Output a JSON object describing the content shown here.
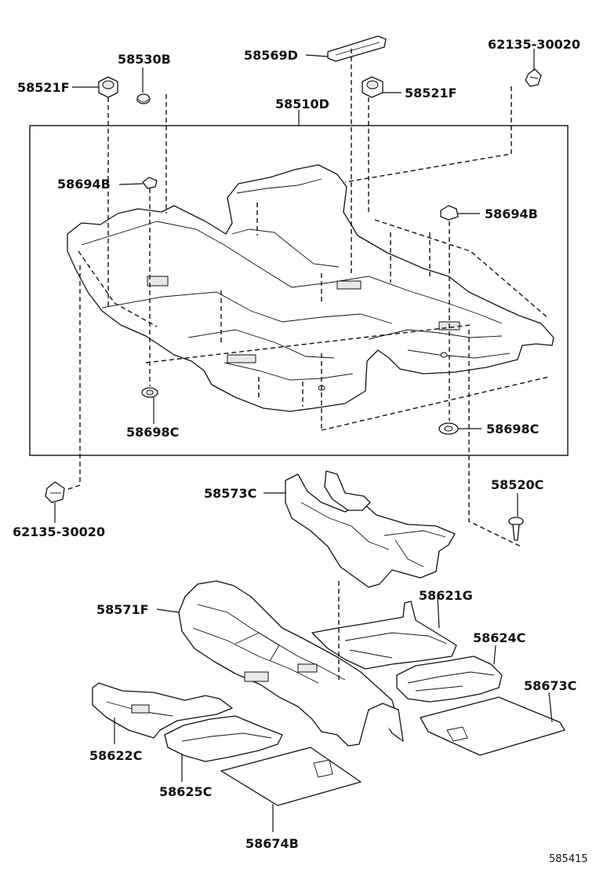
{
  "diagram": {
    "labels": {
      "p58521F_left": "58521F",
      "p58530B": "58530B",
      "p58569D": "58569D",
      "p62135_top": "62135-30020",
      "p58521F_right": "58521F",
      "p58510D": "58510D",
      "p58694B_left": "58694B",
      "p58694B_right": "58694B",
      "p58698C_left": "58698C",
      "p58698C_right": "58698C",
      "p62135_bottom": "62135-30020",
      "p58573C": "58573C",
      "p58520C": "58520C",
      "p58571F": "58571F",
      "p58621G": "58621G",
      "p58624C": "58624C",
      "p58673C": "58673C",
      "p58622C": "58622C",
      "p58625C": "58625C",
      "p58674B": "58674B"
    },
    "reference_number": "585415"
  }
}
